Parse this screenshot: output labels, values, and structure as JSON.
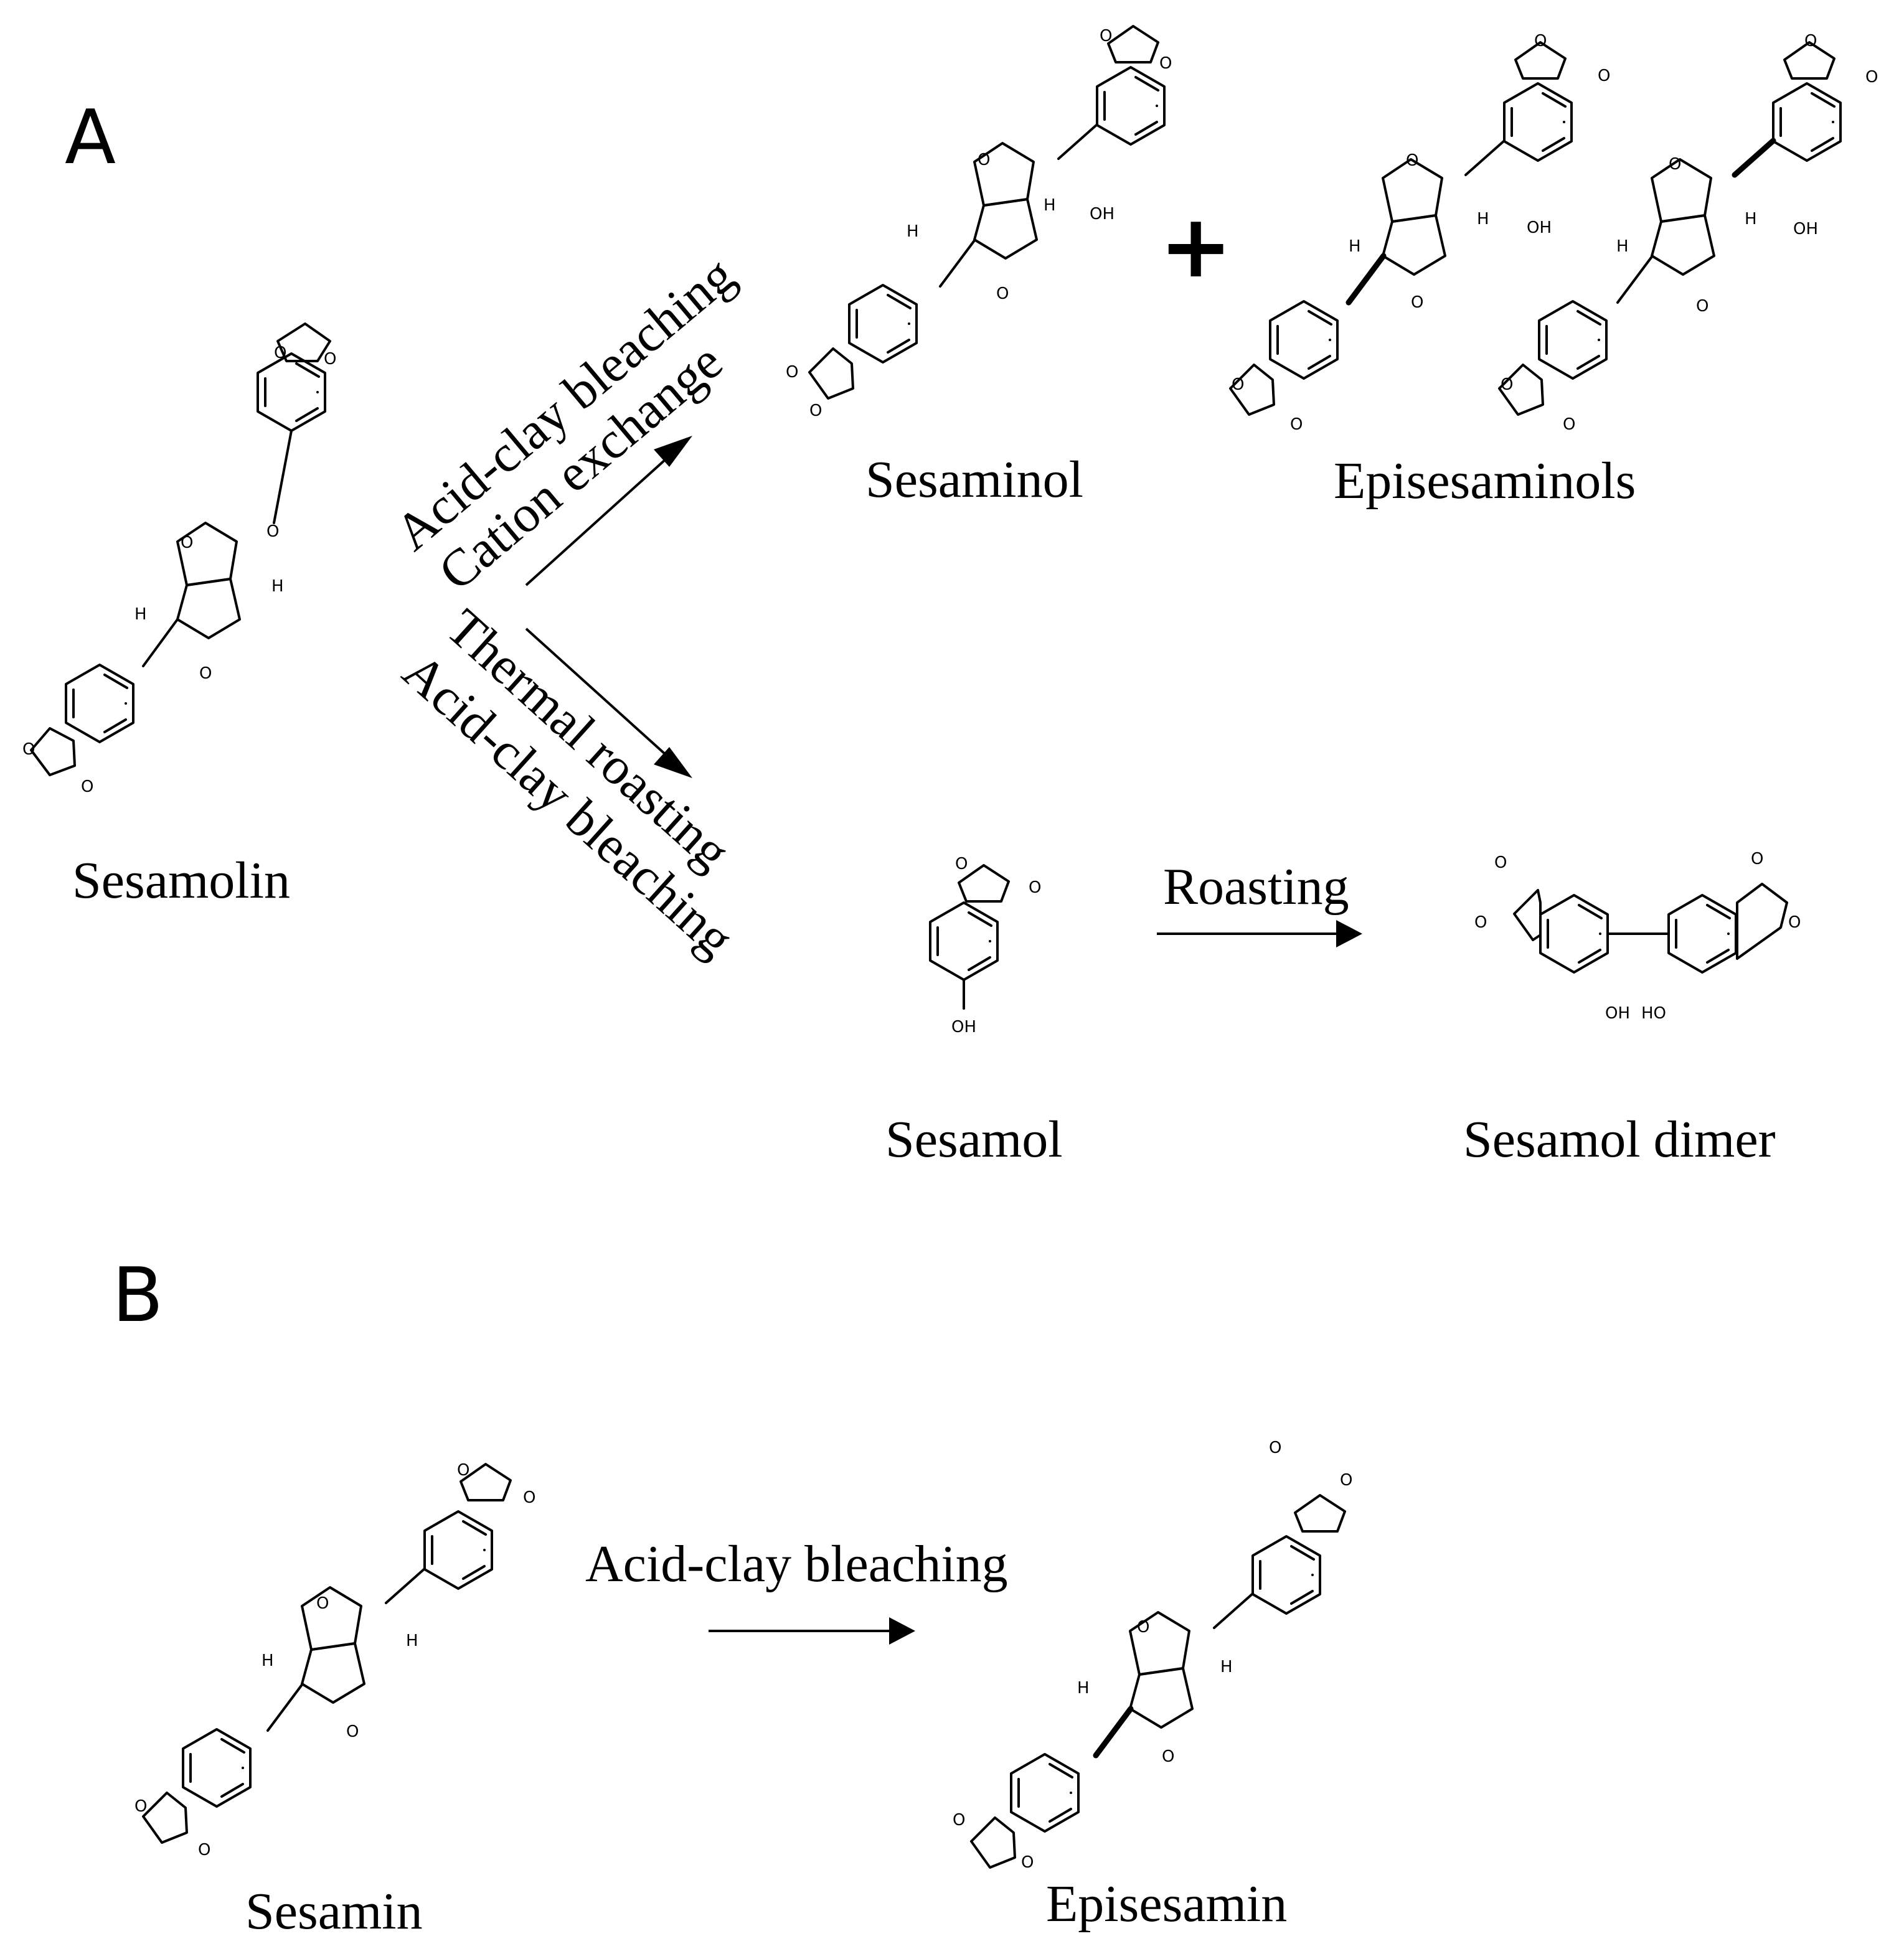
{
  "panels": {
    "a": "A",
    "b": "B"
  },
  "compounds": {
    "sesamolin": "Sesamolin",
    "sesaminol": "Sesaminol",
    "episesaminols": "Episesaminols",
    "sesamol": "Sesamol",
    "sesamol_dimer": "Sesamol dimer",
    "sesamin": "Sesamin",
    "episesamin": "Episesamin"
  },
  "conditions": {
    "upper_1": "Acid-clay bleaching",
    "upper_2": "Cation exchange",
    "lower_1": "Thermal roasting",
    "lower_2": "Acid-clay bleaching",
    "roasting": "Roasting",
    "panel_b": "Acid-clay bleaching"
  },
  "plus_sign": "+",
  "atoms": {
    "oxygen": "O",
    "hydrogen": "H",
    "hydroxyl": "OH",
    "hydroxyl_left": "HO"
  }
}
